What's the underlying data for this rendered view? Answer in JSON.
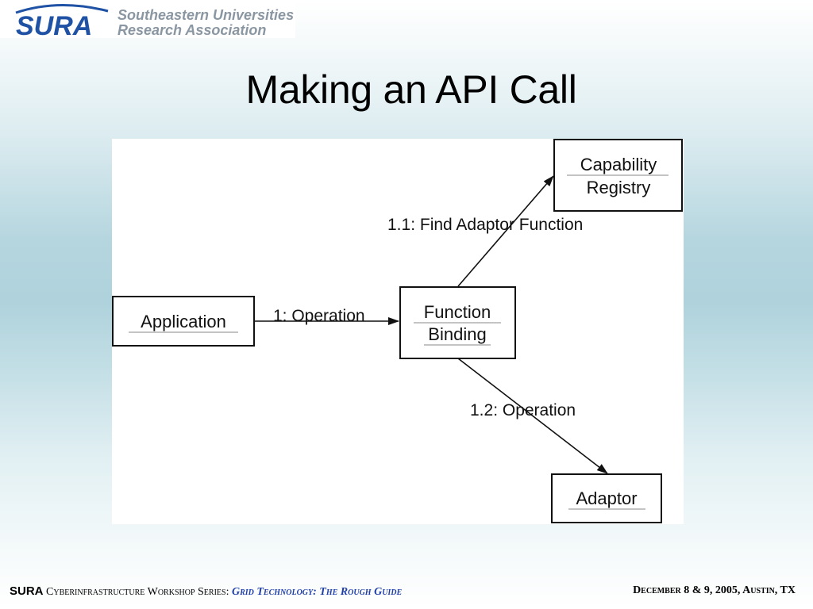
{
  "logo": {
    "wordmark": "SURA",
    "org_line1": "Southeastern Universities",
    "org_line2": "Research Association",
    "brand_color": "#1f52a4"
  },
  "slide": {
    "title": "Making an API Call"
  },
  "diagram": {
    "nodes": {
      "application": "Application",
      "function_binding_line1": "Function",
      "function_binding_line2": "Binding",
      "capability_registry_line1": "Capability",
      "capability_registry_line2": "Registry",
      "adaptor": "Adaptor"
    },
    "edges": {
      "operation": "1: Operation",
      "find_adaptor": "1.1: Find Adaptor Function",
      "sub_operation": "1.2: Operation"
    }
  },
  "footer": {
    "brand": "SURA",
    "series": "Cyberinfrastructure Workshop Series:",
    "guide": "Grid Technology: The Rough Guide",
    "date_place": "December 8 & 9, 2005, Austin, TX"
  }
}
